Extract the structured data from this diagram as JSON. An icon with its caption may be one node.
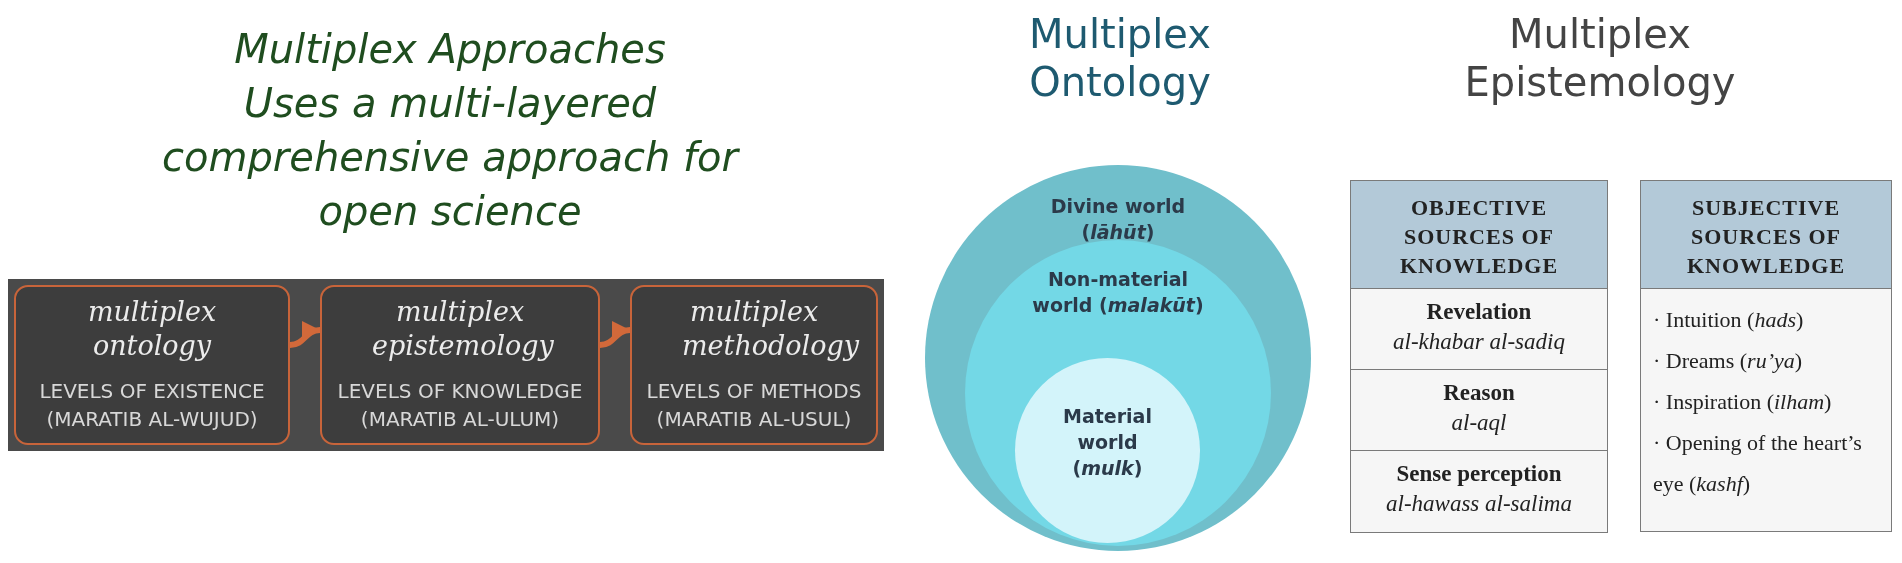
{
  "diagram": {
    "title": "Multiplex Approaches",
    "nodes": [
      {
        "text": [
          "multiplex ontology",
          "LEVELS OF EXISTENCE (MARATIB AL-WUJUD)"
        ]
      },
      {
        "text": [
          "multiplex epistemology",
          "LEVELS OF KNOWLEDGE (MARATIB AL-ULUM)"
        ]
      },
      {
        "text": [
          "multiplex methodology",
          "LEVELS OF METHODS (MARATIB AL-USUL)"
        ]
      },
      {
        "text": [
          "Divine world (*lāhūt*)"
        ]
      },
      {
        "text": [
          "Non-material world (*malakūt*)"
        ],
        "in": 3
      },
      {
        "text": [
          "Material world (*mulk*)"
        ],
        "in": 4
      }
    ],
    "edges": [
      {
        "from": 0,
        "to": 1,
        "arrow": "to"
      },
      {
        "from": 1,
        "to": 2,
        "arrow": "to"
      }
    ],
    "labels": [
      "Uses a multi-layered comprehensive approach for open science",
      "Multiplex Ontology",
      "Multiplex Epistemology",
      "OBJECTIVE SOURCES OF KNOWLEDGE",
      "Revelation",
      "al-khabar al-sadiq",
      "Reason",
      "al-aql",
      "Sense perception",
      "al-hawass al-salima",
      "SUBJECTIVE SOURCES OF KNOWLEDGE",
      "· Intuition (*hads*)",
      "· Dreams (*ru’ya*)",
      "· Inspiration (*ilham*)",
      "· Opening of the heart’s eye (*kashf*)"
    ]
  }
}
